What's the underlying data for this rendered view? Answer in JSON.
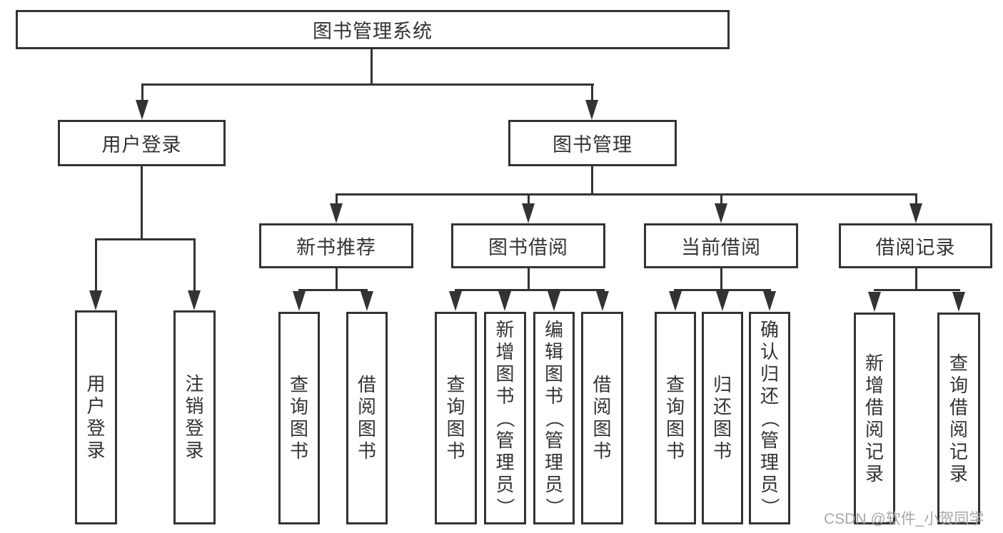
{
  "tree": {
    "root": "图书管理系统",
    "level2": [
      "用户登录",
      "图书管理"
    ],
    "level3": [
      "新书推荐",
      "图书借阅",
      "当前借阅",
      "借阅记录"
    ],
    "leaves": {
      "login": [
        "用户登录",
        "注销登录"
      ],
      "recommend": [
        "查询图书",
        "借阅图书"
      ],
      "borrow": [
        "查询图书",
        "新增图书（管理员）",
        "编辑图书（管理员）",
        "借阅图书"
      ],
      "current": [
        "查询图书",
        "归还图书",
        "确认归还（管理员）"
      ],
      "records": [
        "新增借阅记录",
        "查询借阅记录"
      ]
    }
  },
  "colors": {
    "line": "#333333",
    "text": "#333333",
    "box_background": "#ffffff",
    "watermark": "#a8a8a8"
  },
  "watermark": "CSDN @软件_小贺同学"
}
